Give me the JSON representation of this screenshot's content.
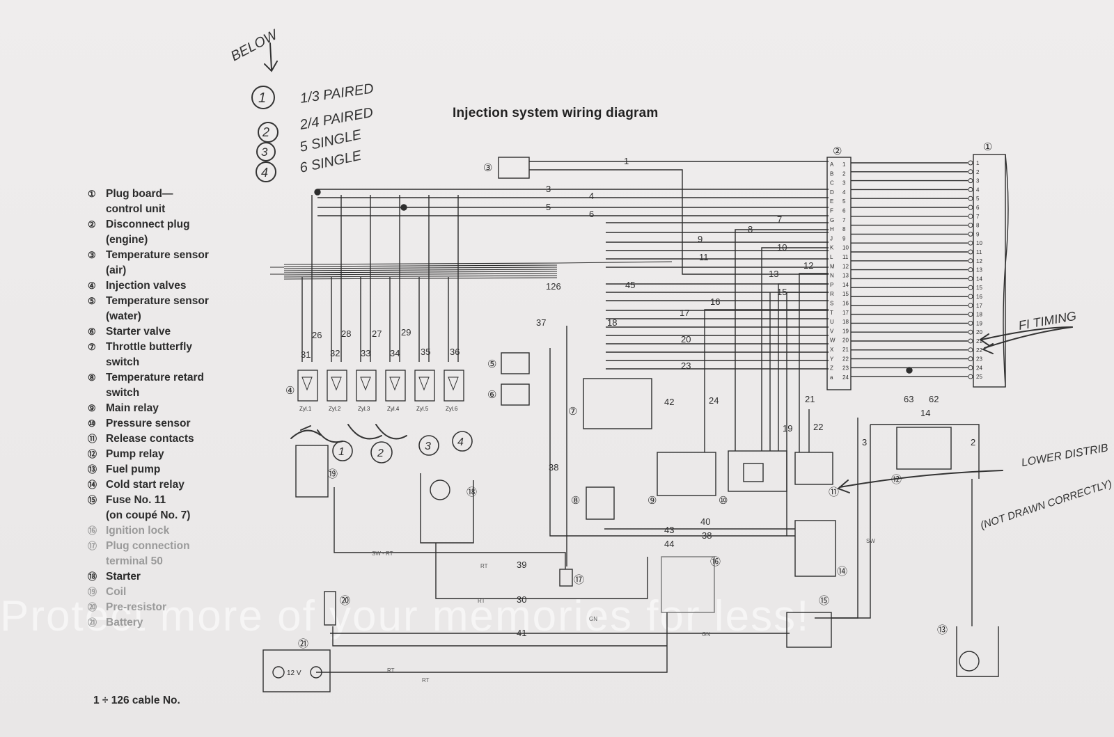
{
  "title": "Injection system wiring diagram",
  "legend": [
    {
      "num": "①",
      "label": "Plug board—\ncontrol unit",
      "faded": false
    },
    {
      "num": "②",
      "label": "Disconnect plug\n(engine)",
      "faded": false
    },
    {
      "num": "③",
      "label": "Temperature sensor\n(air)",
      "faded": false
    },
    {
      "num": "④",
      "label": "Injection valves",
      "faded": false
    },
    {
      "num": "⑤",
      "label": "Temperature sensor\n(water)",
      "faded": false
    },
    {
      "num": "⑥",
      "label": "Starter valve",
      "faded": false
    },
    {
      "num": "⑦",
      "label": "Throttle butterfly\nswitch",
      "faded": false
    },
    {
      "num": "⑧",
      "label": "Temperature retard\nswitch",
      "faded": false
    },
    {
      "num": "⑨",
      "label": "Main relay",
      "faded": false
    },
    {
      "num": "⑩",
      "label": "Pressure sensor",
      "faded": false
    },
    {
      "num": "⑪",
      "label": "Release contacts",
      "faded": false
    },
    {
      "num": "⑫",
      "label": "Pump relay",
      "faded": false
    },
    {
      "num": "⑬",
      "label": "Fuel pump",
      "faded": false
    },
    {
      "num": "⑭",
      "label": "Cold start relay",
      "faded": false
    },
    {
      "num": "⑮",
      "label": "Fuse No. 11\n(on coupé No. 7)",
      "faded": false
    },
    {
      "num": "⑯",
      "label": "Ignition lock",
      "faded": true
    },
    {
      "num": "⑰",
      "label": "Plug connection\nterminal 50",
      "faded": true
    },
    {
      "num": "⑱",
      "label": "Starter",
      "faded": false
    },
    {
      "num": "⑲",
      "label": "Coil",
      "faded": true
    },
    {
      "num": "⑳",
      "label": "Pre-resistor",
      "faded": true
    },
    {
      "num": "㉑",
      "label": "Battery",
      "faded": true
    }
  ],
  "footnote": "1 ÷ 126 cable No.",
  "handwritten": {
    "below": "BELOW",
    "pairs": [
      {
        "circle": "1",
        "text": "1/3 PAIRED"
      },
      {
        "circle": "2",
        "text": "2/4 PAIRED"
      },
      {
        "circle": "3",
        "text": "5 SINGLE"
      },
      {
        "circle": "4",
        "text": "6 SINGLE"
      }
    ],
    "fi_timing": "FI TIMING",
    "lower_distrib": "LOWER DISTRIB",
    "not_drawn": "(NOT DRAWN CORRECTLY)",
    "injector_groups": [
      "1",
      "2",
      "3",
      "4"
    ]
  },
  "wires": {
    "top_numbers": [
      "1",
      "3",
      "4",
      "5",
      "6",
      "7",
      "8",
      "9",
      "10",
      "11",
      "13",
      "12",
      "15",
      "16",
      "17",
      "18",
      "20",
      "23"
    ],
    "vertical_numbers": [
      "126",
      "45",
      "37",
      "26",
      "28",
      "27",
      "29",
      "31",
      "32",
      "33",
      "34",
      "35",
      "36",
      "42",
      "24",
      "21",
      "22",
      "19",
      "38",
      "63",
      "62",
      "14",
      "3",
      "2",
      "40",
      "43",
      "38",
      "44",
      "39",
      "30",
      "41"
    ],
    "color_codes": [
      "SW - RT",
      "RT",
      "RT",
      "GN",
      "GN",
      "RT",
      "RT",
      "SW"
    ]
  },
  "injectors": [
    "Zyl.1",
    "Zyl.2",
    "Zyl.3",
    "Zyl.4",
    "Zyl.5",
    "Zyl.6"
  ],
  "plug_board_pins": [
    "1",
    "2",
    "3",
    "4",
    "5",
    "6",
    "7",
    "8",
    "9",
    "10",
    "11",
    "12",
    "13",
    "14",
    "15",
    "16",
    "17",
    "18",
    "19",
    "20",
    "21",
    "22",
    "23",
    "24",
    "25"
  ],
  "disconnect_letters": [
    "A",
    "B",
    "C",
    "D",
    "E",
    "F",
    "G",
    "H",
    "J",
    "K",
    "L",
    "M",
    "N",
    "P",
    "R",
    "S",
    "T",
    "U",
    "V",
    "W",
    "X",
    "Y",
    "Z",
    "a"
  ],
  "component_labels": {
    "c1": "①",
    "c2": "②",
    "c3": "③",
    "c4": "④",
    "c5": "⑤",
    "c6": "⑥",
    "c7": "⑦",
    "c8": "⑧",
    "c9": "⑨",
    "c10": "⑩",
    "c11": "⑪",
    "c12": "⑫",
    "c13": "⑬",
    "c14": "⑭",
    "c15": "⑮",
    "c16": "⑯",
    "c17": "⑰",
    "c18": "⑱",
    "c19": "⑲",
    "c20": "⑳",
    "c21": "㉑"
  },
  "battery_label": "12 V",
  "watermark": "Protect more of your memories for less!",
  "colors": {
    "ink": "#2e2e2e",
    "paper": "#eceaea",
    "faded": "#9a9a9a"
  }
}
